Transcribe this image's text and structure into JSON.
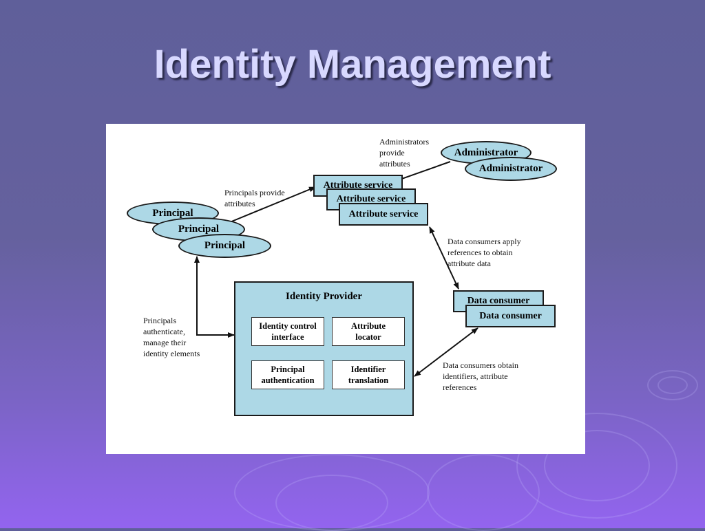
{
  "slide": {
    "title": "Identity Management"
  },
  "diagram": {
    "administrators": [
      "Administrator",
      "Administrator"
    ],
    "attribute_services": [
      "Attribute service",
      "Attribute service",
      "Attribute service"
    ],
    "principals": [
      "Principal",
      "Principal",
      "Principal"
    ],
    "data_consumers": [
      "Data consumer",
      "Data consumer"
    ],
    "identity_provider": {
      "title": "Identity Provider",
      "components": {
        "identity_control": "Identity control\ninterface",
        "attribute_locator": "Attribute\nlocator",
        "principal_auth": "Principal\nauthentication",
        "identifier_translation": "Identifier\ntranslation"
      }
    },
    "annotations": {
      "admins_provide": "Administrators\nprovide\nattributes",
      "principals_provide": "Principals provide\nattributes",
      "consumers_apply": "Data consumers apply\nreferences to obtain\nattribute data",
      "principals_authenticate": "Principals\nauthenticate,\nmanage their\nidentity elements",
      "consumers_obtain": "Data consumers obtain\nidentifiers, attribute\nreferences"
    }
  },
  "colors": {
    "node_fill": "#add8e6",
    "stroke": "#1a1a1a",
    "title_text": "#d8d8ff"
  }
}
